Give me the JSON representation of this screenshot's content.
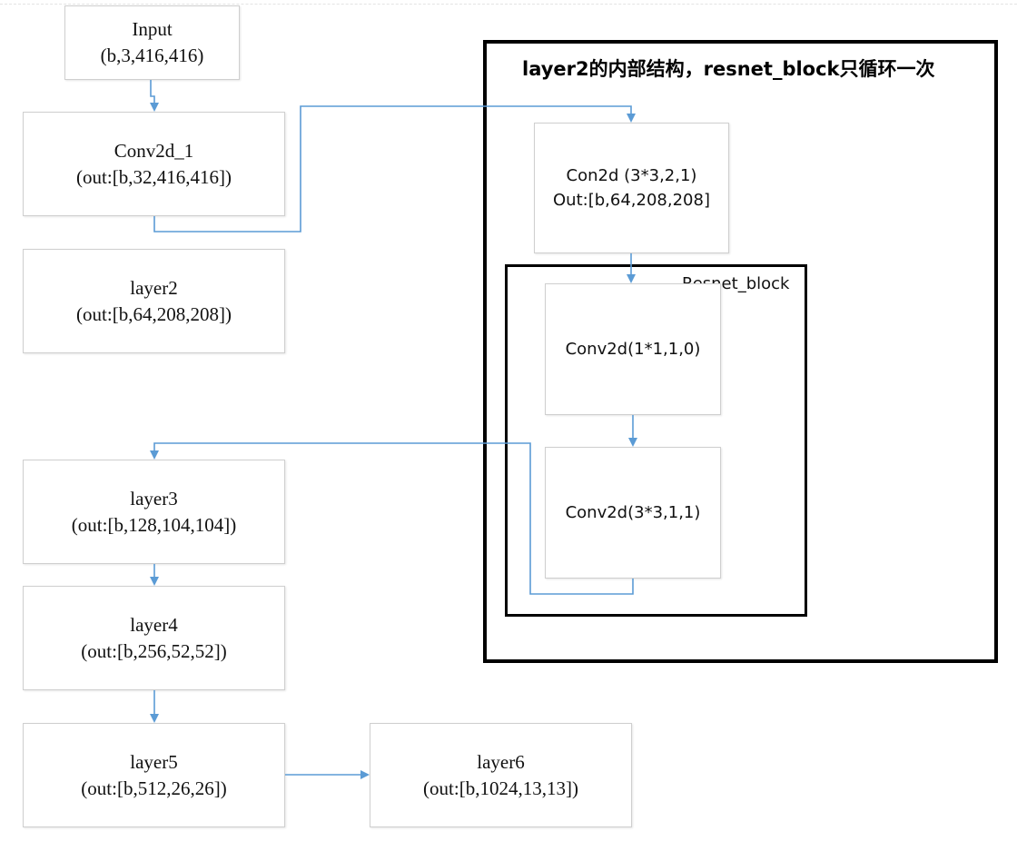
{
  "left_column": {
    "input": {
      "line1": "Input",
      "line2": "(b,3,416,416)"
    },
    "conv2d_1": {
      "line1": "Conv2d_1",
      "line2": "(out:[b,32,416,416])"
    },
    "layer2": {
      "line1": "layer2",
      "line2": "(out:[b,64,208,208])"
    },
    "layer3": {
      "line1": "layer3",
      "line2": "(out:[b,128,104,104])"
    },
    "layer4": {
      "line1": "layer4",
      "line2": "(out:[b,256,52,52])"
    },
    "layer5": {
      "line1": "layer5",
      "line2": "(out:[b,512,26,26])"
    },
    "layer6": {
      "line1": "layer6",
      "line2": "(out:[b,1024,13,13])"
    }
  },
  "detail_panel": {
    "title": "layer2的内部结构，resnet_block只循环一次",
    "con2d": {
      "line1": "Con2d (3*3,2,1)",
      "line2": "Out:[b,64,208,208]"
    },
    "resnet_block": {
      "label": "Resnet_block",
      "conv_a": "Conv2d(1*1,1,0)",
      "conv_b": "Conv2d(3*3,1,1)"
    }
  },
  "colors": {
    "connector": "#5b9bd5",
    "frame": "#000000",
    "box_border": "#cfcfcf"
  }
}
